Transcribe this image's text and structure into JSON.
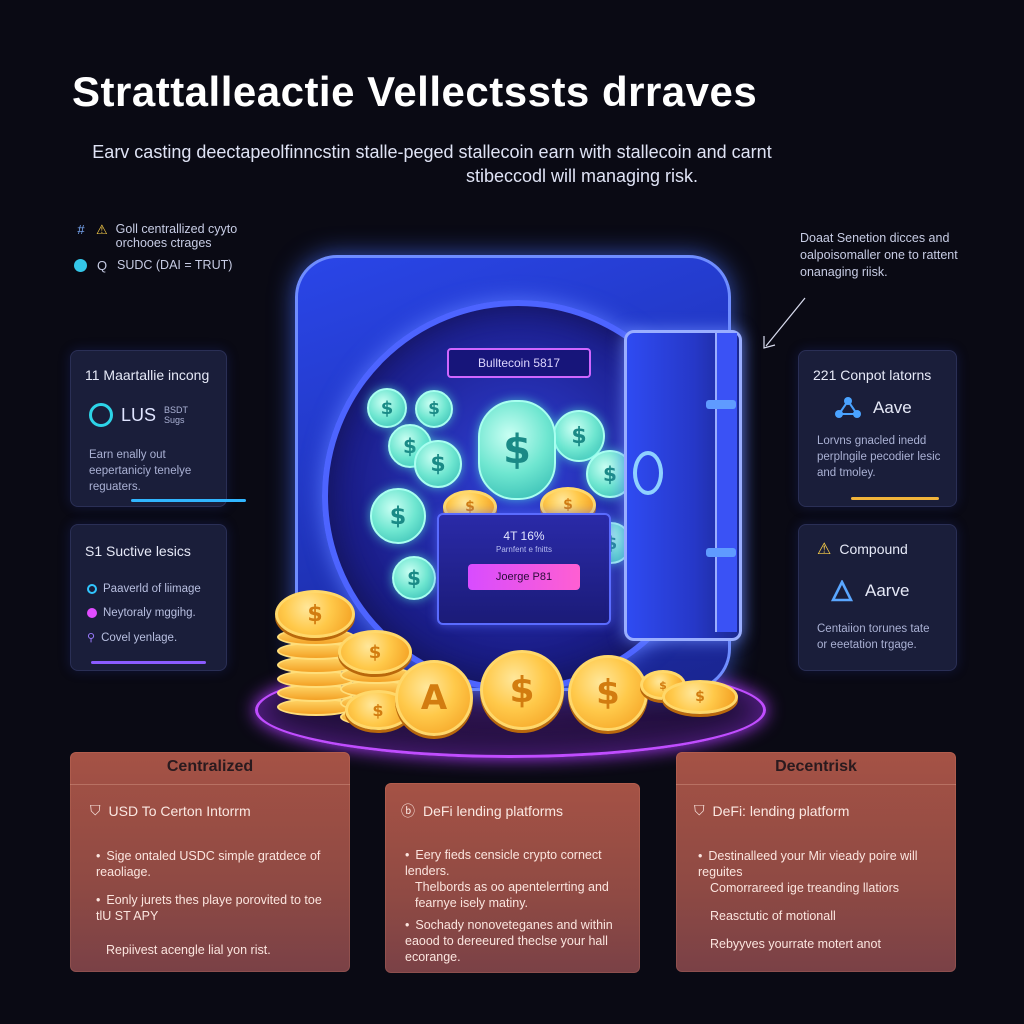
{
  "header": {
    "title": "Strattalleactie Vellectssts drraves",
    "subtitle_line1": "Earv casting deectapeolfinncstin stalle-peged stallecoin earn with stallecoin and carnt",
    "subtitle_line2": "stibeccodl will managing risk."
  },
  "legend": {
    "item1_line1": "Goll centrallized cyyto",
    "item1_line2": "orchooes ctrages",
    "item2": "SUDC (DAI = TRUT)"
  },
  "note": {
    "text": "Doaat Senetion dicces and oalpoisomaller one to rattent onanaging riisk."
  },
  "left_cards": [
    {
      "title": "11 Maartallie incong",
      "token_label": "LUS",
      "token_sub1": "BSDT",
      "token_sub2": "Sugs",
      "body": "Earn enally out eepertaniciy tenelye reguaters."
    },
    {
      "title": "S1 Suctive lesics",
      "items": [
        "Paaverld of liimage",
        "Neytoraly mggihg.",
        "Covel yenlage."
      ]
    }
  ],
  "right_cards": [
    {
      "title": "221 Conpot latorns",
      "platform": "Aave",
      "body": "Lorvns gnacled inedd perplngile pecodier lesic and tmoley."
    },
    {
      "title": "Compound",
      "platform": "Aarve",
      "body": "Centaiion torunes tate or eeetation trgage."
    }
  ],
  "vault": {
    "label": "Bulltecoin 5817",
    "screen_value": "4T 16%",
    "screen_sub": "Parnfent e fnitts",
    "button": "Joerge P81"
  },
  "panels": [
    {
      "head": "Centralized",
      "sub": "USD To Certon Intorrm",
      "bullets": [
        "Sige ontaled USDC simple gratdece of reaoliage.",
        "Eonly jurets thes playe porovited to toe tlU ST APY"
      ],
      "note": "Repiivest acengle lial yon rist."
    },
    {
      "head": "",
      "sub": "DeFi lending platforms",
      "bullets": [
        "Eery fieds censicle crypto cornect lenders.",
        "Sochady nonoveteganes and within eaood to dereeured theclse your hall ecorange."
      ],
      "extra": "Thelbords as oo apentelerrting and fearnye isely matiny."
    },
    {
      "head": "Decentrisk",
      "sub": "DeFi: lending platform",
      "lines": [
        "Destinalleed your Mir vieady poire will reguites",
        "Comorrareed ige treanding llatiors",
        "Reasctutic of motionall",
        "Rebyyves yourrate motert anot"
      ]
    }
  ],
  "colors": {
    "accent_cyan": "#2dd4e8",
    "accent_blue": "#3b5bff",
    "accent_magenta": "#e04cff",
    "panel": "#954c44"
  }
}
